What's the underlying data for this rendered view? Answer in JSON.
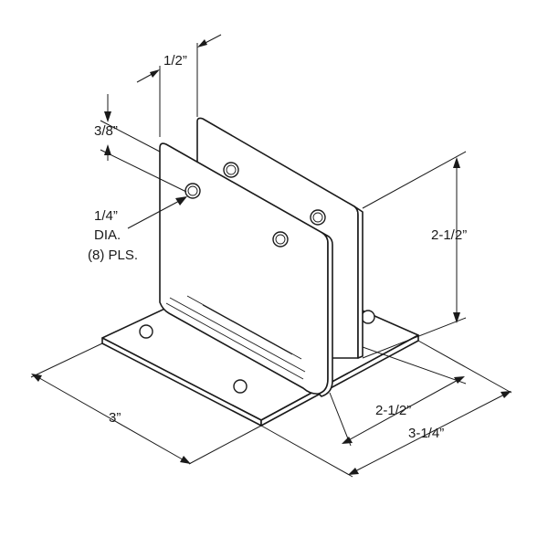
{
  "dimensions": {
    "flange_gap": "1/2”",
    "hole_offset": "3/8”",
    "hole_size": "1/4”",
    "hole_size_suffix": "DIA.",
    "hole_count": "(8) PLS.",
    "height": "2-1/2”",
    "base_width": "3”",
    "flange_length": "2-1/2”",
    "base_length": "3-1/4”"
  }
}
